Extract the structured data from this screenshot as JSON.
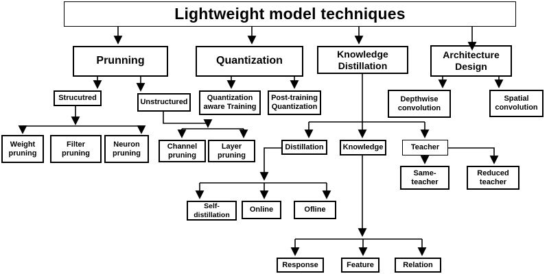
{
  "diagram": {
    "title": "Lightweight model techniques",
    "nodes": {
      "pruning": "Prunning",
      "quantization": "Quantization",
      "knowledge_distillation": "Knowledge\nDistillation",
      "architecture_design": "Architecture\nDesign",
      "structured": "Strucutred",
      "unstructured": "Unstructured",
      "qat": "Quantization\naware Training",
      "ptq": "Post-training\nQuantization",
      "depthwise": "Depthwise\nconvolution",
      "spatial": "Spatial\nconvolution",
      "weight": "Weight\npruning",
      "filter": "Filter\npruning",
      "neuron": "Neuron\npruning",
      "channel": "Channel\npruning",
      "layer": "Layer\npruning",
      "distillation": "Distillation",
      "knowledge": "Knowledge",
      "teacher": "Teacher",
      "self_distillation": "Self-\ndistillation",
      "online": "Online",
      "ofline": "Ofline",
      "same_teacher": "Same-\nteacher",
      "reduced_teacher": "Reduced\nteacher",
      "response": "Response",
      "feature": "Feature",
      "relation": "Relation"
    },
    "colors": {
      "line": "#000000",
      "box_background": "#ffffff",
      "text": "#000000"
    }
  }
}
